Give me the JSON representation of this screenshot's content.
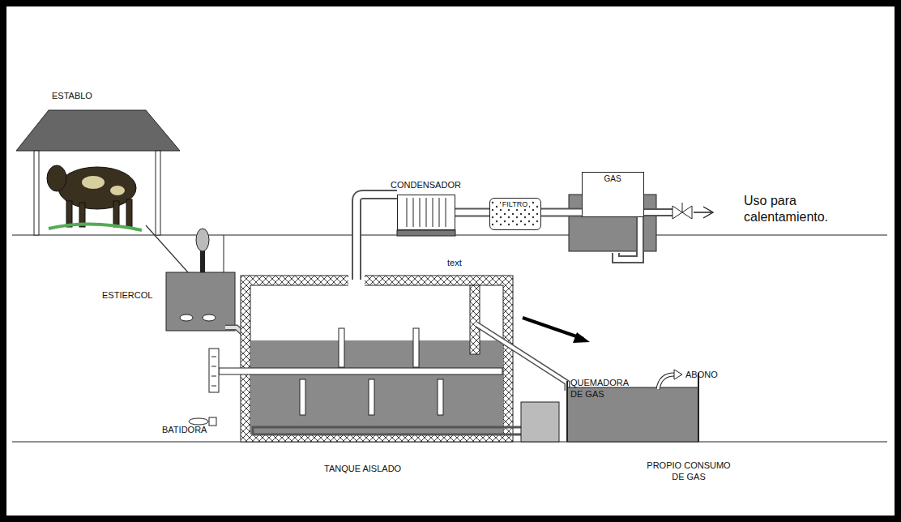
{
  "diagram": {
    "nodes": [
      {
        "text": [
          "CONDENSADOR"
        ]
      },
      {
        "text": [
          "FILTRO"
        ]
      },
      {
        "text": [
          "GAS"
        ]
      }
    ],
    "edges": [
      {
        "from": 0,
        "to": 1,
        "arrow": "none"
      },
      {
        "from": 1,
        "to": 2,
        "arrow": "none"
      }
    ],
    "labels": [
      "ESTABLO",
      "Uso para calentamiento.",
      "text",
      "ESTIERCOL",
      "BATIDORA",
      "QUEMADORA DE GAS",
      "ABONO",
      "TANQUE AISLADO",
      "PROPIO CONSUMO DE GAS"
    ]
  }
}
